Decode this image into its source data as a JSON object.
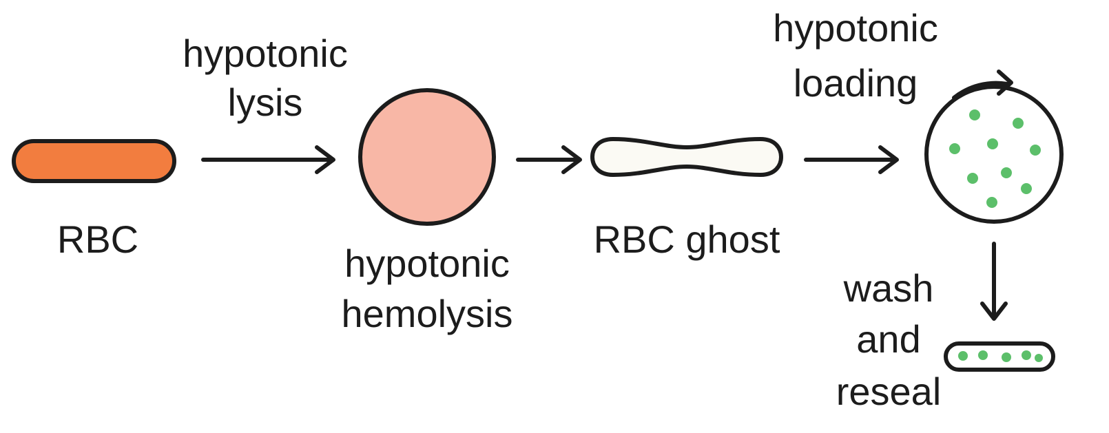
{
  "labels": {
    "rbc": "RBC",
    "lysis_line1": "hypotonic",
    "lysis_line2": "lysis",
    "hemolysis_line1": "hypotonic",
    "hemolysis_line2": "hemolysis",
    "ghost": "RBC ghost",
    "loading_line1": "hypotonic",
    "loading_line2": "loading",
    "wash_line1": "wash",
    "wash_line2": "and",
    "wash_line3": "reseal"
  },
  "colors": {
    "rbc_fill": "#f27d3f",
    "hemolysis_fill": "#f8b7a6",
    "ghost_fill": "#fbfaf4",
    "loaded_fill": "#ffffff",
    "dot_color": "#5cbf6a",
    "stroke": "#1c1c1c"
  }
}
